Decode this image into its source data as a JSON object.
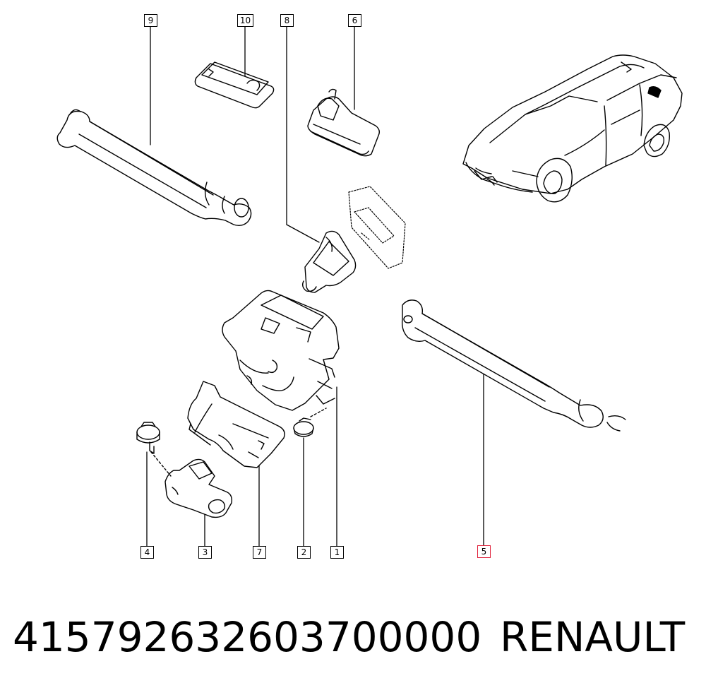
{
  "callouts": {
    "c1": "1",
    "c2": "2",
    "c3": "3",
    "c4": "4",
    "c5": "5",
    "c6": "6",
    "c7": "7",
    "c8": "8",
    "c9": "9",
    "c10": "10"
  },
  "highlight_color": "#e0203a",
  "footer": {
    "part_number": "415792632603700000",
    "brand": "RENAULT"
  }
}
